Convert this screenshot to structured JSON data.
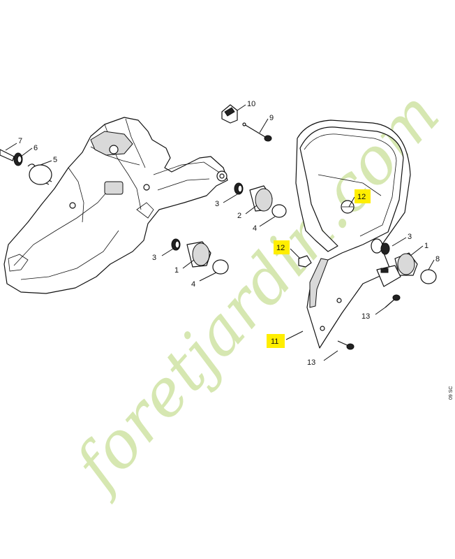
{
  "callouts": [
    {
      "id": "c10",
      "label": "10",
      "highlighted": false
    },
    {
      "id": "c9",
      "label": "9",
      "highlighted": false
    },
    {
      "id": "c7",
      "label": "7",
      "highlighted": false
    },
    {
      "id": "c6",
      "label": "6",
      "highlighted": false
    },
    {
      "id": "c5",
      "label": "5",
      "highlighted": false
    },
    {
      "id": "c12a",
      "label": "12",
      "highlighted": true
    },
    {
      "id": "c3a",
      "label": "3",
      "highlighted": false
    },
    {
      "id": "c2",
      "label": "2",
      "highlighted": false
    },
    {
      "id": "c4a",
      "label": "4",
      "highlighted": false
    },
    {
      "id": "c12b",
      "label": "12",
      "highlighted": true
    },
    {
      "id": "c3b",
      "label": "3",
      "highlighted": false
    },
    {
      "id": "c1a",
      "label": "1",
      "highlighted": false
    },
    {
      "id": "c4b",
      "label": "4",
      "highlighted": false
    },
    {
      "id": "c3c",
      "label": "3",
      "highlighted": false
    },
    {
      "id": "c1b",
      "label": "1",
      "highlighted": false
    },
    {
      "id": "c8",
      "label": "8",
      "highlighted": false
    },
    {
      "id": "c13a",
      "label": "13",
      "highlighted": false
    },
    {
      "id": "c11",
      "label": "11",
      "highlighted": true
    },
    {
      "id": "c13b",
      "label": "13",
      "highlighted": false
    }
  ],
  "diagram_code": "09 SC",
  "watermark": {
    "text": "foretjardin.com",
    "color": "#cfe3a4",
    "dot_color": "#e9c79a"
  },
  "highlight_color": "#ffee00"
}
